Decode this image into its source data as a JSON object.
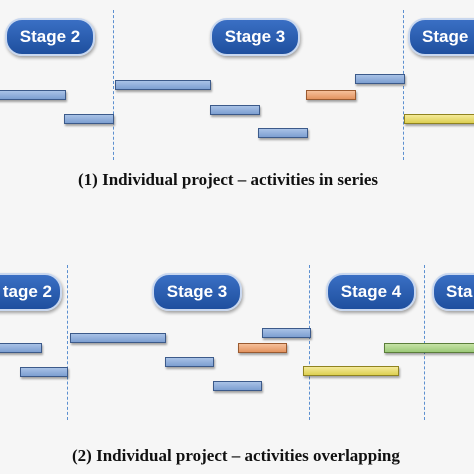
{
  "panel1": {
    "stages": [
      {
        "label": "Stage 2"
      },
      {
        "label": "Stage 3"
      },
      {
        "label": "Stage"
      }
    ],
    "caption": "(1) Individual project – activities in series"
  },
  "panel2": {
    "stages": [
      {
        "label": "tage 2"
      },
      {
        "label": "Stage 3"
      },
      {
        "label": "Stage 4"
      },
      {
        "label": "Sta"
      }
    ],
    "caption": "(2) Individual project – activities overlapping"
  },
  "colors": {
    "activity_blue": "#8aa9d8",
    "activity_orange": "#ee9e6a",
    "activity_yellow": "#e7dc6a",
    "activity_green": "#a8d184",
    "stage_pill": "#2a5db0",
    "divider": "#5b8fd0"
  }
}
